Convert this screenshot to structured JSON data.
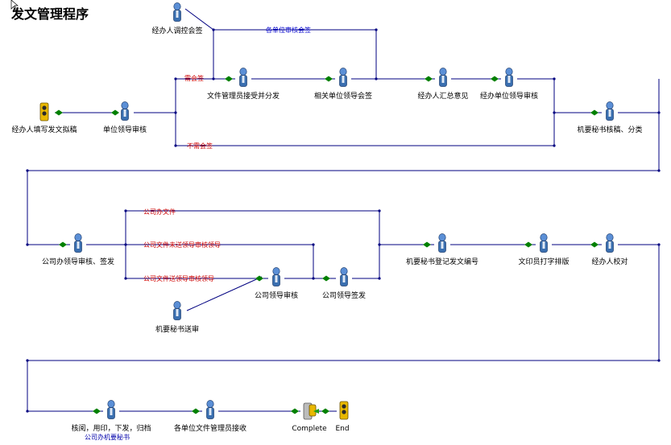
{
  "title": "发文管理程序",
  "steps": [
    {
      "id": "n1",
      "label": "经办人填写发文拟稿",
      "icon": "traffic-light-start-icon"
    },
    {
      "id": "n2",
      "label": "单位领导审核",
      "icon": "person-icon"
    },
    {
      "id": "n3",
      "label": "经办人调控会签",
      "icon": "person-icon"
    },
    {
      "id": "n4",
      "label": "文件管理员接受并分发",
      "icon": "person-icon"
    },
    {
      "id": "n5",
      "label": "相关单位领导会签",
      "icon": "person-icon"
    },
    {
      "id": "n6",
      "label": "经办人汇总意见",
      "icon": "person-icon"
    },
    {
      "id": "n7",
      "label": "经办单位领导审核",
      "icon": "person-icon"
    },
    {
      "id": "n8",
      "label": "机要秘书核稿、分类",
      "icon": "person-icon"
    },
    {
      "id": "n9",
      "label": "公司办领导审核、签发",
      "icon": "person-icon"
    },
    {
      "id": "n10",
      "label": "公司领导审核",
      "icon": "person-icon"
    },
    {
      "id": "n11",
      "label": "公司领导签发",
      "icon": "person-icon"
    },
    {
      "id": "n12",
      "label": "机要秘书送审",
      "icon": "person-icon"
    },
    {
      "id": "n13",
      "label": "机要秘书登记发文编号",
      "icon": "person-icon"
    },
    {
      "id": "n14",
      "label": "文印员打字排版",
      "icon": "person-icon"
    },
    {
      "id": "n15",
      "label": "经办人校对",
      "icon": "person-icon"
    },
    {
      "id": "n16",
      "label": "核阅，用印，下发，归档",
      "sublabel": "公司办机要秘书",
      "icon": "person-icon"
    },
    {
      "id": "n17",
      "label": "各单位文件管理员接收",
      "icon": "person-icon"
    },
    {
      "id": "n18",
      "label": "Complete",
      "icon": "complete-icon"
    },
    {
      "id": "n19",
      "label": "End",
      "icon": "traffic-light-end-icon"
    }
  ],
  "conditions": [
    {
      "id": "c1",
      "label": "各单位审核会签",
      "color": "#0000cc"
    },
    {
      "id": "c2",
      "label": "需会签",
      "color": "#cc0000"
    },
    {
      "id": "c3",
      "label": "不需会签",
      "color": "#cc0000"
    },
    {
      "id": "c4",
      "label": "公司办文件",
      "color": "#cc0000"
    },
    {
      "id": "c5",
      "label": "公司文件未送领导审核领导",
      "color": "#cc0000"
    },
    {
      "id": "c6",
      "label": "公司文件送领导审核领导",
      "color": "#cc0000"
    }
  ],
  "colors": {
    "line": "#000080",
    "arrow": "#008000",
    "person_body": "#3a6fb0",
    "person_head": "#5b8fd6"
  }
}
